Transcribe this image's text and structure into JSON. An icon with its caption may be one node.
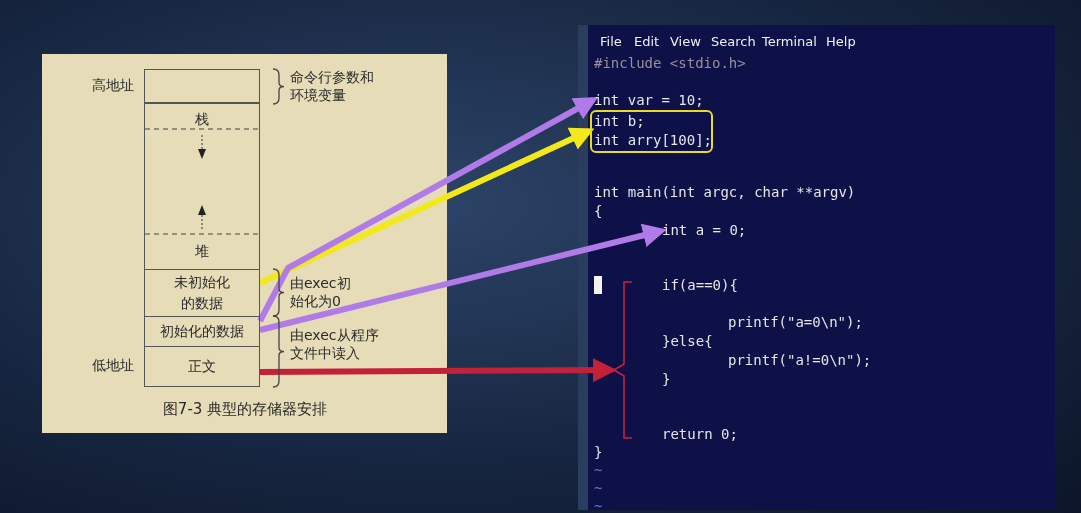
{
  "diagram": {
    "caption": "图7-3 典型的存储器安排",
    "nodes": [
      {
        "text": [],
        "shape": "box"
      },
      {
        "text": [
          "栈",
          "堆"
        ]
      },
      {
        "text": [
          "未初始化的数据"
        ]
      },
      {
        "text": [
          "初始化的数据"
        ]
      },
      {
        "text": [
          "正文"
        ]
      },
      {
        "text": [
          "int var = 10;"
        ]
      },
      {
        "text": [
          "int b;",
          "int arry[100];"
        ]
      },
      {
        "text": [
          "int a = 0;"
        ]
      },
      {
        "text": [
          "if(a==0){",
          "printf(\"a=0\\n\");",
          "}else{",
          "printf(\"a!=0\\n\");",
          "}",
          "return 0;"
        ]
      }
    ],
    "edges": [
      {
        "from": 2,
        "to": 6,
        "arrow": "to",
        "color": "#f2e81a"
      },
      {
        "from": 3,
        "to": 5,
        "arrow": "to"
      },
      {
        "from": 3,
        "to": 7,
        "arrow": "to"
      },
      {
        "from": 4,
        "to": 8,
        "arrow": "to",
        "color": "#c3203a"
      }
    ],
    "labels": [
      "高地址",
      "命令行参数和环境变量",
      "由exec初始化为0",
      "由exec从程序文件中读入",
      "低地址",
      "File",
      "Edit",
      "View",
      "Search",
      "Terminal",
      "Help",
      "#include <stdio.h>",
      "int main(int argc, char **argv)",
      "{",
      "}",
      "~",
      "~",
      "~"
    ]
  }
}
